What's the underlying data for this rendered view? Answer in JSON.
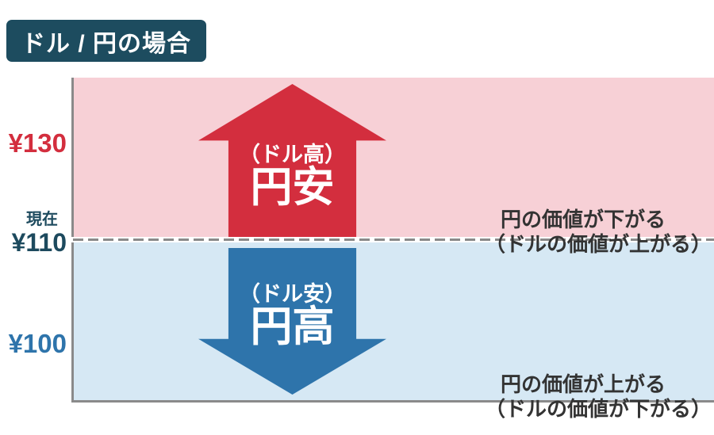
{
  "title": {
    "label": "ドル / 円の場合"
  },
  "axis": {
    "high": {
      "label": "¥130"
    },
    "current": {
      "word": "現在",
      "value": "¥110"
    },
    "low": {
      "label": "¥100"
    }
  },
  "upper_zone": {
    "arrow_sub": "（ドル高）",
    "arrow_main": "円安",
    "desc_line1": "円の価値が下がる",
    "desc_line2": "（ドルの価値が上がる）"
  },
  "lower_zone": {
    "arrow_sub": "（ドル安）",
    "arrow_main": "円高",
    "desc_line1": "円の価値が上がる",
    "desc_line2": "（ドルの価値が下がる）"
  },
  "colors": {
    "title_bg": "#1d4c5f",
    "red": "#d32e3e",
    "pink_bg": "#f7d0d6",
    "blue": "#2e74ab",
    "light_blue_bg": "#d6e8f4",
    "teal_text": "#1d4a5e",
    "dark_text": "#333333",
    "border_gray": "#8a8a8a"
  }
}
